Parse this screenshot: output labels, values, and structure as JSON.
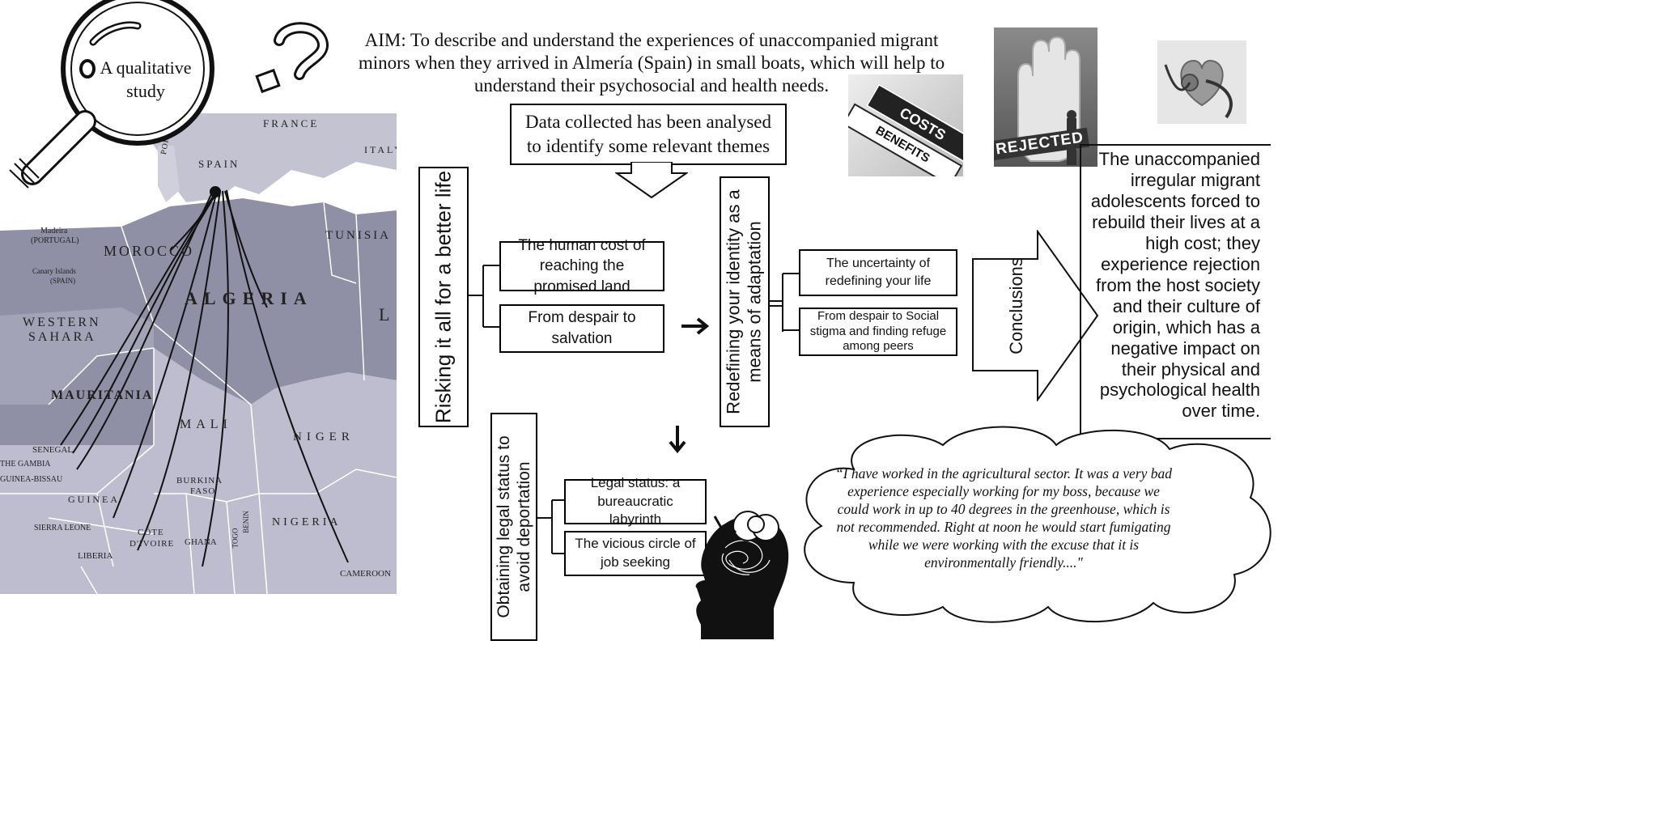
{
  "study": {
    "label": "A qualitative study"
  },
  "aim": {
    "line1": "AIM: To describe and understand the experiences of unaccompanied migrant",
    "line2": "minors when they arrived in Almería (Spain) in small boats, which will help to",
    "line3": "understand their psychosocial and health needs."
  },
  "data_box": {
    "line1": "Data collected has been analysed",
    "line2": "to identify some relevant themes"
  },
  "signs": {
    "costs": "COSTS",
    "benefits": "BENEFITS",
    "rejected": "REJECTED"
  },
  "map": {
    "countries": {
      "france": "FRANCE",
      "italy": "ITALY",
      "spain": "SPAIN",
      "portugal": "PORTUGAL",
      "madeira": "Madeira",
      "madeira_sub": "(PORTUGAL)",
      "canary": "Canary Islands",
      "canary_sub": "(SPAIN)",
      "morocco": "MOROCCO",
      "tunisia": "TUNISIA",
      "algeria": "ALGERIA",
      "libya": "L",
      "western": "WESTERN",
      "sahara": "SAHARA",
      "mauritania": "MAURITANIA",
      "mali": "MALI",
      "niger": "NIGER",
      "senegal": "SENEGAL",
      "gambia": "THE GAMBIA",
      "guinea_bissau": "GUINEA-BISSAU",
      "guinea": "GUINEA",
      "sierra_leone": "SIERRA LEONE",
      "liberia": "LIBERIA",
      "cote1": "CÔTE",
      "cote2": "D'IVOIRE",
      "ghana": "GHANA",
      "togo": "TOGO",
      "benin": "BENIN",
      "burkina1": "BURKINA",
      "burkina2": "FASO",
      "nigeria": "NIGERIA",
      "cameroon": "CAMEROON"
    }
  },
  "themes": {
    "risking": {
      "title": "Risking it all for a better life",
      "sub1": "The human cost of reaching the promised land",
      "sub2": "From despair to salvation"
    },
    "identity": {
      "title1": "Redefining your identity as a",
      "title2": "means of adaptation",
      "sub1": "The uncertainty of redefining your life",
      "sub2": "From despair to Social stigma and finding refuge among peers"
    },
    "legal": {
      "title1": "Obtaining legal status to",
      "title2": "avoid deportation",
      "sub1": "Legal status: a bureaucratic labyrinth",
      "sub2": "The vicious circle of job seeking"
    }
  },
  "conclusions": {
    "label": "Conclusions",
    "text": "The unaccompanied irregular migrant adolescents forced to rebuild their lives at a high cost; they experience rejection from the host society and their culture of origin, which has a negative impact on their physical and psychological health over time."
  },
  "quote": {
    "text": "“I have worked in the agricultural sector. It was a very bad experience especially working for my boss, because we could work in up to 40 degrees in the greenhouse, which is not recommended. Right at noon he would start fumigating while we were working with the excuse that it is environmentally friendly....\""
  },
  "icons": {
    "arrow_right": "➜",
    "arrow_down": "➜"
  },
  "colors": {
    "map_land": "#b9b9cc",
    "map_highlight": "#8f8fa6",
    "map_sea": "#ffffff"
  }
}
